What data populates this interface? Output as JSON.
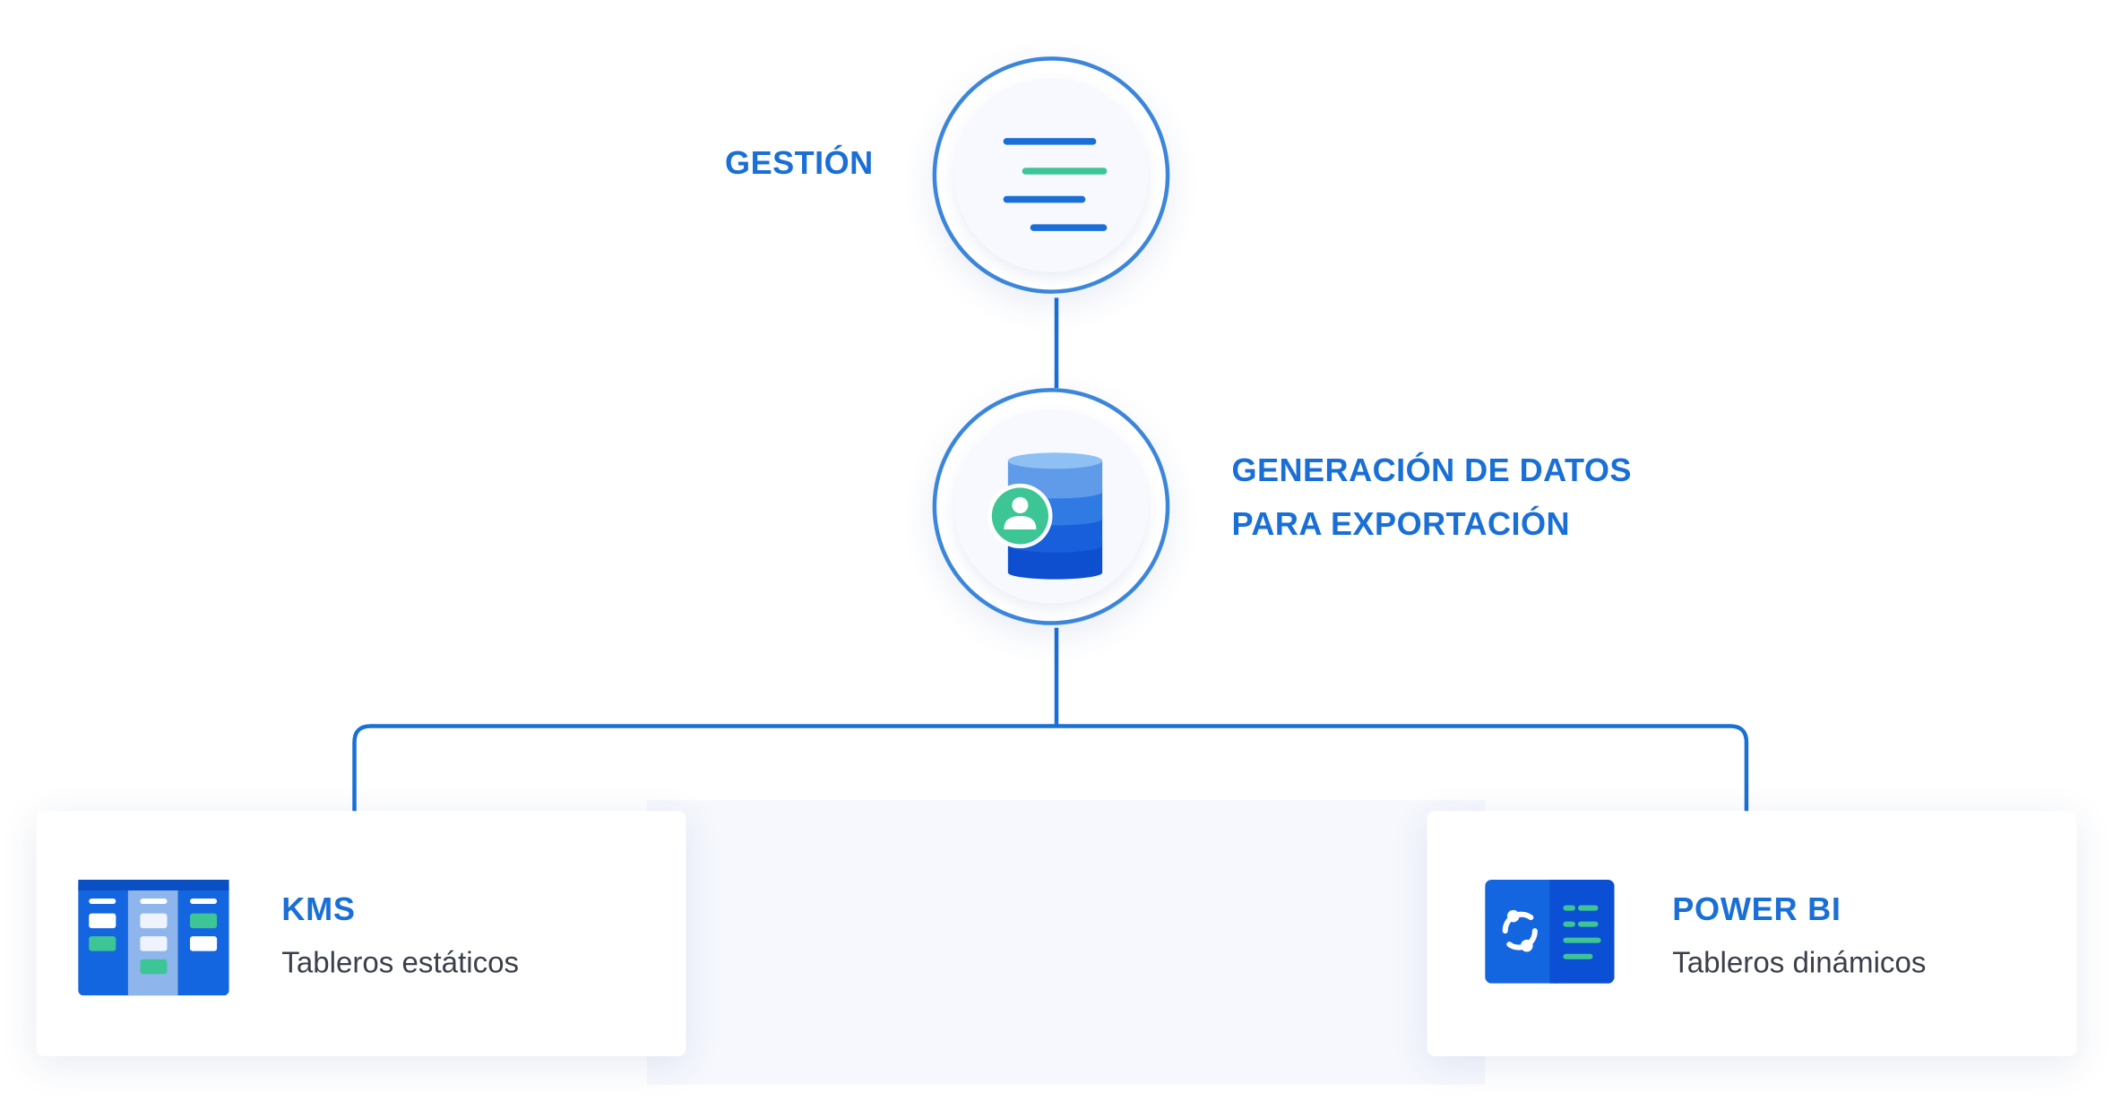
{
  "nodes": {
    "gestion": {
      "label": "GESTIÓN",
      "icon": "menu-lines-icon"
    },
    "datos": {
      "label": "GENERACIÓN DE DATOS PARA EXPORTACIÓN",
      "icon": "database-user-icon"
    }
  },
  "outputs": [
    {
      "title": "KMS",
      "subtitle": "Tableros estáticos",
      "icon": "kanban-board-icon"
    },
    {
      "title": "POWER BI",
      "subtitle": "Tableros dinámicos",
      "icon": "sync-report-icon"
    }
  ],
  "colors": {
    "primary": "#1a6fd6",
    "connector": "#1a6fd6",
    "circle_border": "#3b86db",
    "accent_green": "#3ec596",
    "panel_bg": "#f6f8fe",
    "text_dark": "#3b3f4a"
  }
}
